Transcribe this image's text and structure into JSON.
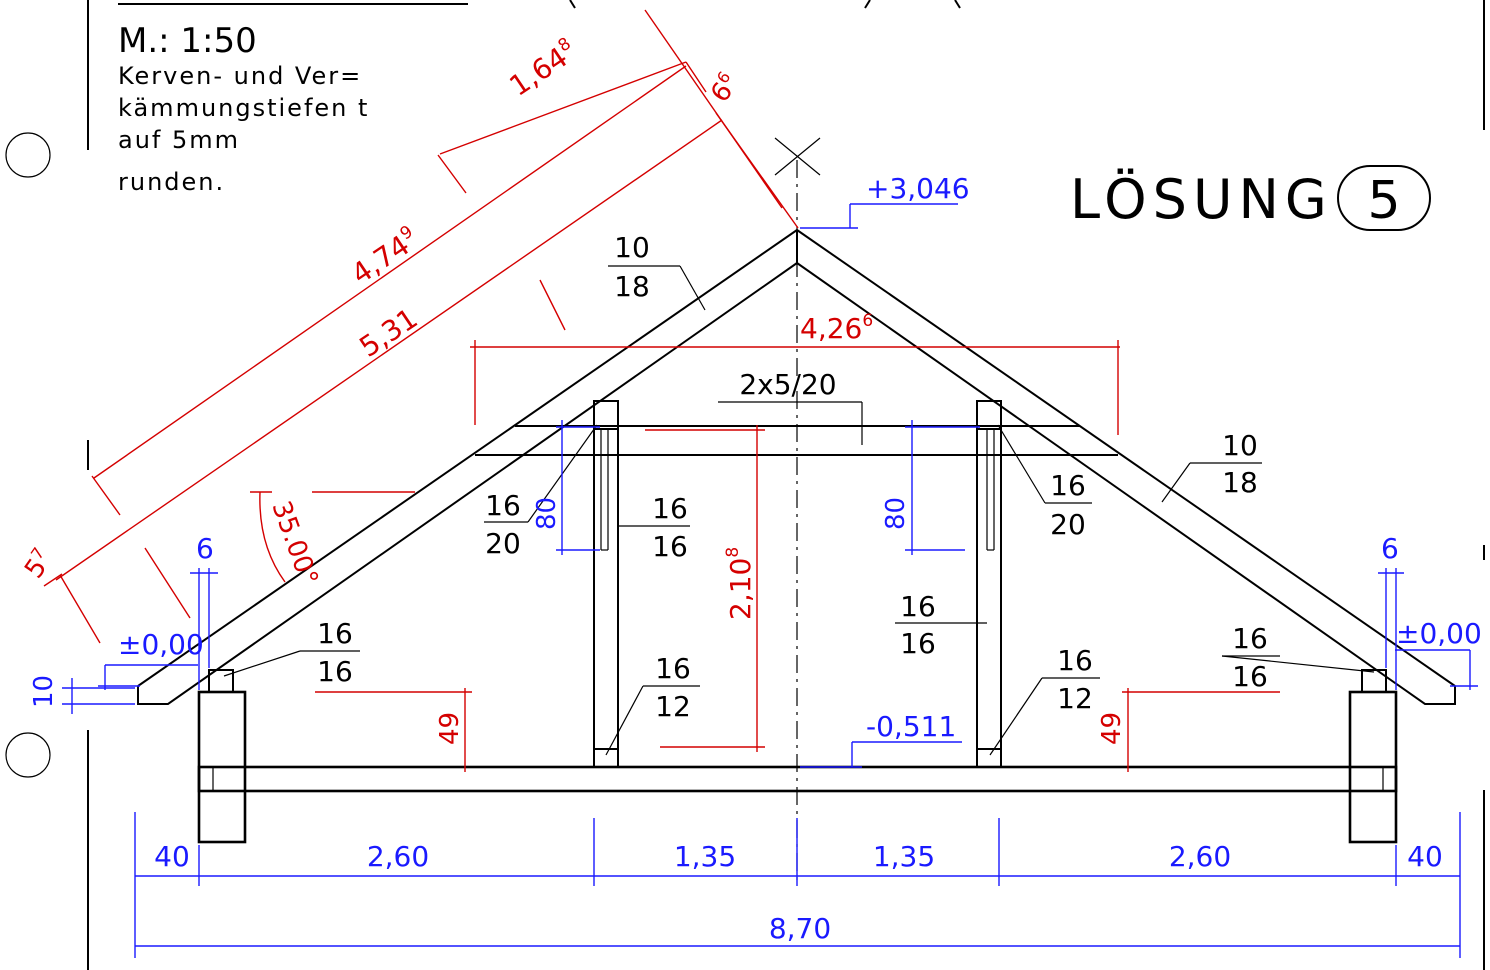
{
  "colors": {
    "construction": "#000000",
    "dimension_red": "#d40000",
    "dimension_blue": "#1a1aff"
  },
  "notes": {
    "scale": "M.:  1:50",
    "line1": "Kerven- und Ver=",
    "line2": "kämmungstiefen t",
    "line3": "auf 5mm",
    "line4": "runden."
  },
  "title": {
    "text": "LÖSUNG",
    "number": "5"
  },
  "rafters": {
    "left": {
      "num": "10",
      "den": "18"
    },
    "right": {
      "num": "10",
      "den": "18"
    }
  },
  "collar_tie": "2x5/20",
  "collar_purlins": {
    "left": {
      "num": "16",
      "den": "20"
    },
    "right": {
      "num": "16",
      "den": "20"
    }
  },
  "posts": {
    "left": {
      "num": "16",
      "den": "16"
    },
    "right": {
      "num": "16",
      "den": "16"
    }
  },
  "sills": {
    "left": {
      "num": "16",
      "den": "12"
    },
    "right": {
      "num": "16",
      "den": "12"
    }
  },
  "wall_plates": {
    "left": {
      "num": "16",
      "den": "16"
    },
    "right": {
      "num": "16",
      "den": "16"
    }
  },
  "dimensions": {
    "slope_upper": {
      "main": "1,64",
      "sup": "8"
    },
    "slope_total": {
      "main": "4,74",
      "sup": "9"
    },
    "slope_full": "5,31",
    "ridge_cut": {
      "main": "6",
      "sup": "6"
    },
    "eave_cut": {
      "main": "5",
      "sup": "7"
    },
    "collar_span": {
      "main": "4,26",
      "sup": "6"
    },
    "pitch": "35.00°",
    "knee_height": {
      "main": "2,10",
      "sup": "8"
    },
    "purlin_drop_left": "80",
    "purlin_drop_right": "80",
    "plate_height_left": "49",
    "plate_height_right": "49",
    "eave_overhang": "10",
    "plate_offset_left": "6",
    "plate_offset_right": "6"
  },
  "levels": {
    "ridge": "+3,046",
    "eave_left": "±0,00",
    "eave_right": "±0,00",
    "floor": "-0,511"
  },
  "bottom_dims": {
    "segments": [
      "40",
      "2,60",
      "1,35",
      "1,35",
      "2,60",
      "40"
    ],
    "total": "8,70"
  }
}
